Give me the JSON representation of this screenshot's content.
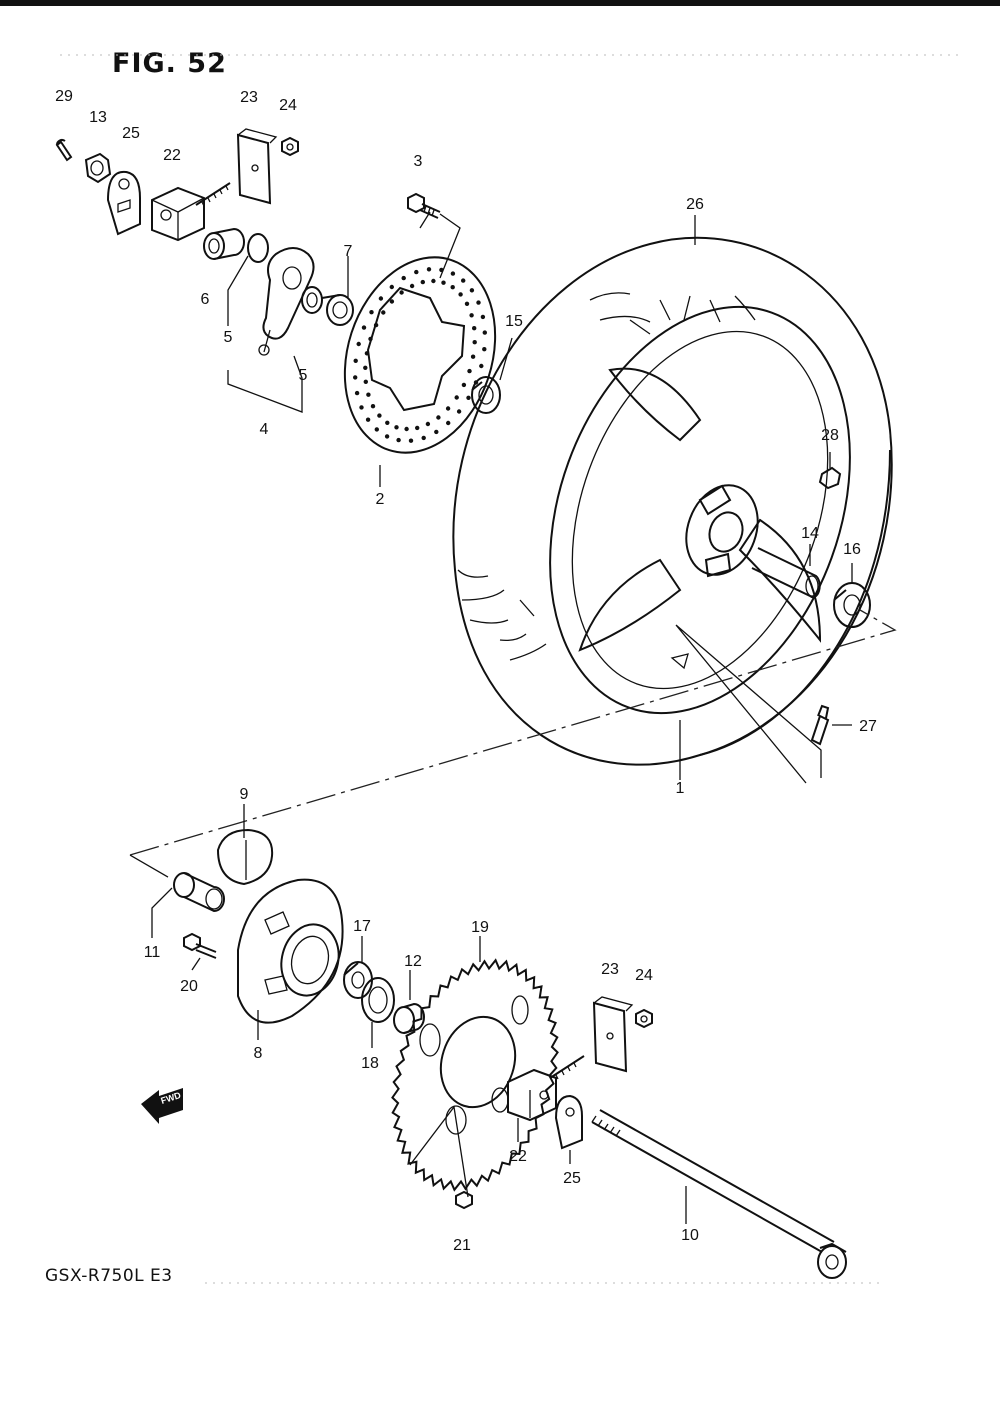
{
  "figure": {
    "title": "FIG. 52",
    "model": "GSX-R750L E3",
    "fwd_badge": "FWD"
  },
  "callouts": [
    "29",
    "13",
    "25",
    "22",
    "23",
    "24",
    "3",
    "6",
    "7",
    "5",
    "5",
    "4",
    "15",
    "2",
    "26",
    "28",
    "14",
    "16",
    "27",
    "1",
    "9",
    "11",
    "20",
    "8",
    "17",
    "18",
    "12",
    "19",
    "23",
    "24",
    "22",
    "25",
    "21",
    "10"
  ],
  "colors": {
    "ink": "#111111",
    "paper": "#ffffff"
  }
}
